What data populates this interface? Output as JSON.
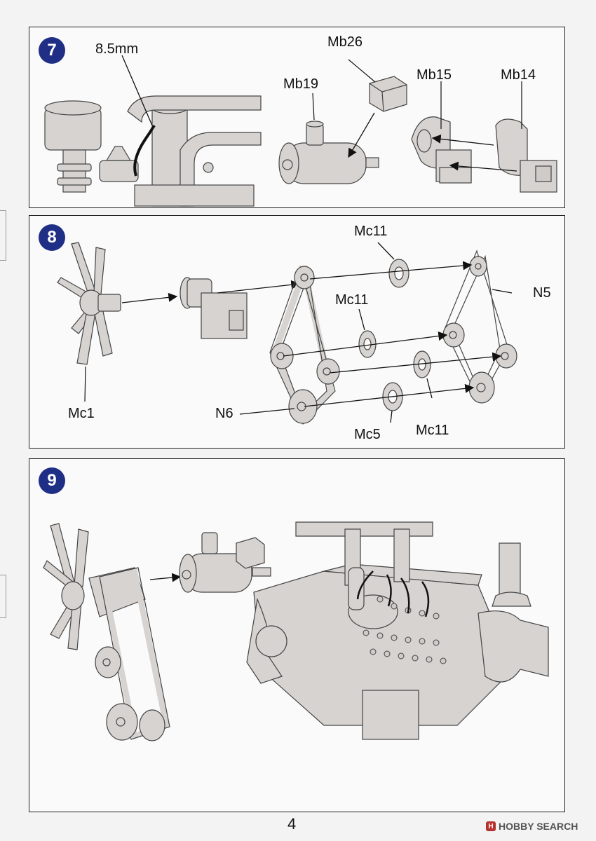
{
  "page_number": "4",
  "watermark": {
    "brand": "HOBBY SEARCH",
    "icon": "hobby-search-logo-icon"
  },
  "steps": [
    {
      "number": "7",
      "labels": {
        "measure": "8.5mm",
        "mb26": "Mb26",
        "mb19": "Mb19",
        "mb15": "Mb15",
        "mb14": "Mb14"
      }
    },
    {
      "number": "8",
      "labels": {
        "mc11_a": "Mc11",
        "mc11_b": "Mc11",
        "mc11_c": "Mc11",
        "n5": "N5",
        "mc1": "Mc1",
        "n6": "N6",
        "mc5": "Mc5"
      }
    },
    {
      "number": "9"
    }
  ],
  "colors": {
    "step_badge": "#1f2f86",
    "part_fill": "#d6d3d0",
    "part_stroke": "#444444",
    "arrow": "#111111"
  }
}
